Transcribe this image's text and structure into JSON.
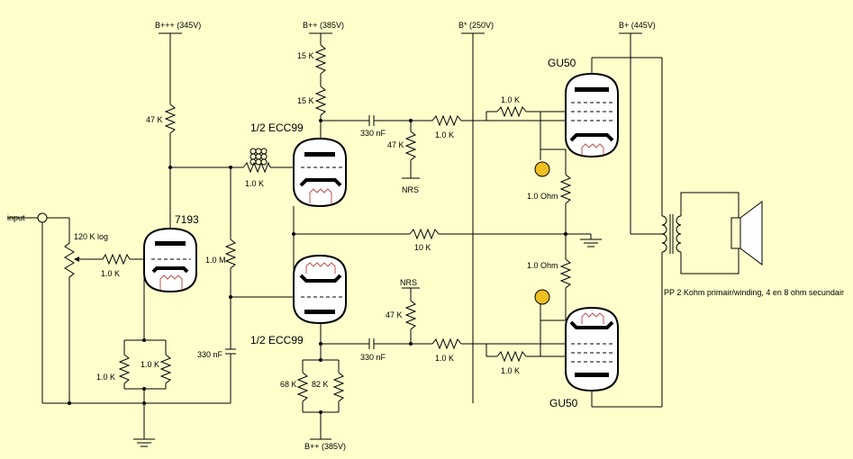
{
  "rails": {
    "bppp": "B+++ (345V)",
    "bpp_top": "B++ (385V)",
    "bstar": "B* (250V)",
    "bplus": "B+ (445V)",
    "bpp_bottom": "B++ (385V)"
  },
  "tubes": {
    "driver": "7193",
    "ecc_top": "1/2 ECC99",
    "ecc_bottom": "1/2 ECC99",
    "gu50_top": "GU50",
    "gu50_bottom": "GU50"
  },
  "labels": {
    "input": "input",
    "pot": "120 K log",
    "r_47k_a": "47 K",
    "r_1k_input": "1.0 K",
    "r_1k_grid_top": "1.0 K",
    "r_1m": "1.0 M",
    "r_1k_cath_a": "1.0 K",
    "r_1k_cath_b": "1.0 K",
    "c_330_left": "330 nF",
    "r_15k_a": "15 K",
    "r_15k_b": "15 K",
    "c_330_top": "330 nF",
    "r_47k_top": "47 K",
    "nrs_top": "NRS",
    "r_1k_top_a": "1.0 K",
    "r_1k_top_b": "1.0 K",
    "r_10k": "10 K",
    "nrs_bottom": "NRS",
    "r_47k_bottom": "47 K",
    "c_330_bottom": "330 nF",
    "r_1k_bot_a": "1.0 K",
    "r_1k_bot_b": "1.0 K",
    "r_68k": "68 K",
    "r_82k": "82 K",
    "r_1ohm_top": "1.0 Ohm",
    "r_1ohm_bottom": "1.0 Ohm",
    "transformer": "PP 2 Kohm primair/winding, 4 en 8 ohm secundair"
  },
  "colors": {
    "background": "#ffffcc",
    "heater": "#c0504d",
    "meter": "#f0c020"
  }
}
